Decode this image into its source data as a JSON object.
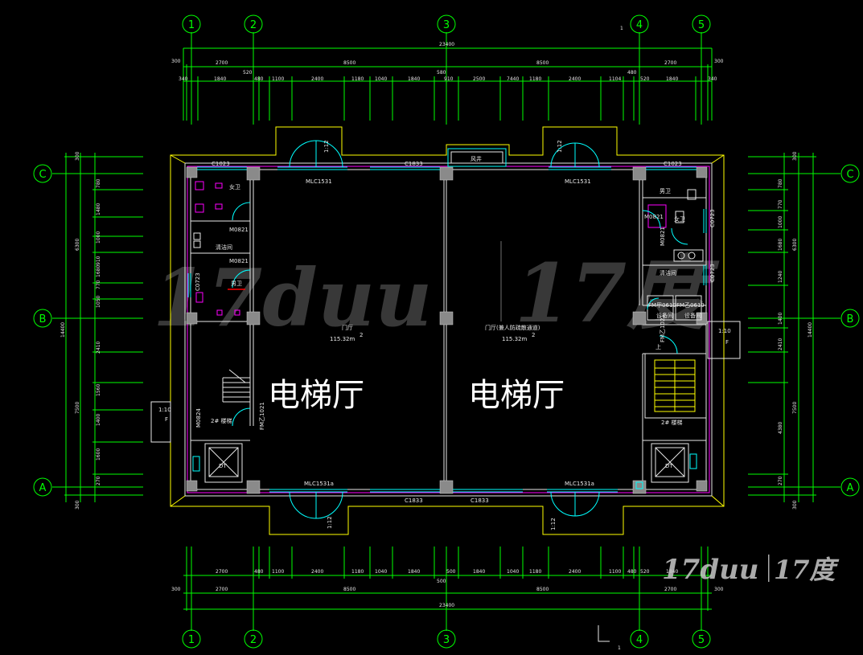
{
  "axes": {
    "numbered": [
      "1",
      "2",
      "3",
      "4",
      "5"
    ],
    "lettered": [
      "A",
      "B",
      "C"
    ],
    "section_mark": "1"
  },
  "dims": {
    "overall": "23400",
    "top_row1": [
      "300",
      "2700",
      "8500",
      "8500",
      "2700",
      "300"
    ],
    "top_row2": [
      "340",
      "1840",
      "520",
      "480",
      "1100",
      "2400",
      "1180",
      "1040",
      "1840",
      "580",
      "910",
      "2500",
      "7440",
      "1180",
      "2400",
      "1104",
      "480",
      "520",
      "1840",
      "340"
    ],
    "bottom_row1": [
      "2700",
      "480",
      "1100",
      "2400",
      "1180",
      "1040",
      "1840",
      "500",
      "1840",
      "1040",
      "1180",
      "2400",
      "1100",
      "480",
      "520",
      "1840"
    ],
    "bottom_row2": [
      "300",
      "2700",
      "8500",
      "500",
      "8500",
      "2700",
      "300"
    ],
    "left_overall": "14400",
    "left_parts": [
      "300",
      "6300",
      "7500",
      "300"
    ],
    "left_fine": [
      "780",
      "1480",
      "1000",
      "910",
      "1680",
      "770",
      "1050",
      "2410",
      "1560",
      "1400",
      "1600",
      "270"
    ],
    "right_overall": "14400",
    "right_parts": [
      "300",
      "6300",
      "7500",
      "300"
    ],
    "right_fine": [
      "780",
      "770",
      "1000",
      "1680",
      "1240",
      "1400",
      "2410",
      "4380",
      "270"
    ]
  },
  "windows": {
    "top": [
      "C1023",
      "C1833",
      "C1023"
    ],
    "bottom": [
      "C1833",
      "C1833"
    ],
    "right": [
      "C0723",
      "C0723"
    ],
    "left": [
      "C0723"
    ]
  },
  "doors": {
    "m0821": "M0821",
    "m0824": "M0824",
    "fmz": "FM乙1021",
    "fmz2": "FM乙0619",
    "fmj": "FM甲0619",
    "mlc_top_left": "MLC1531",
    "mlc_top_right": "MLC1531",
    "mlc_bottom_left": "MLC1531a",
    "mlc_bottom_right": "MLC1531a",
    "top_center_label": "风井"
  },
  "rooms": {
    "hall_left_name": "电梯厅",
    "hall_right_name": "电梯厅",
    "hall_left_small": "门厅",
    "hall_left_area": "115.32m",
    "hall_left_sup": "2",
    "hall_right_small": "门厅(兼人防疏散通道)",
    "hall_right_area": "115.32m",
    "hall_right_sup": "2",
    "toilet_l": "女卫",
    "toilet_r": "男卫",
    "cleaning": "清洁间",
    "equip": "设备间",
    "elevator": "DT",
    "slope_left": "1:10",
    "slope_right": "1:10",
    "slope_top": "1:12",
    "slope_bottom": "1:12",
    "stair_note": "2# 楼梯",
    "stair_up": "上",
    "mark_f": "F"
  },
  "watermark": {
    "latin": "17duu",
    "cn": "17度"
  }
}
